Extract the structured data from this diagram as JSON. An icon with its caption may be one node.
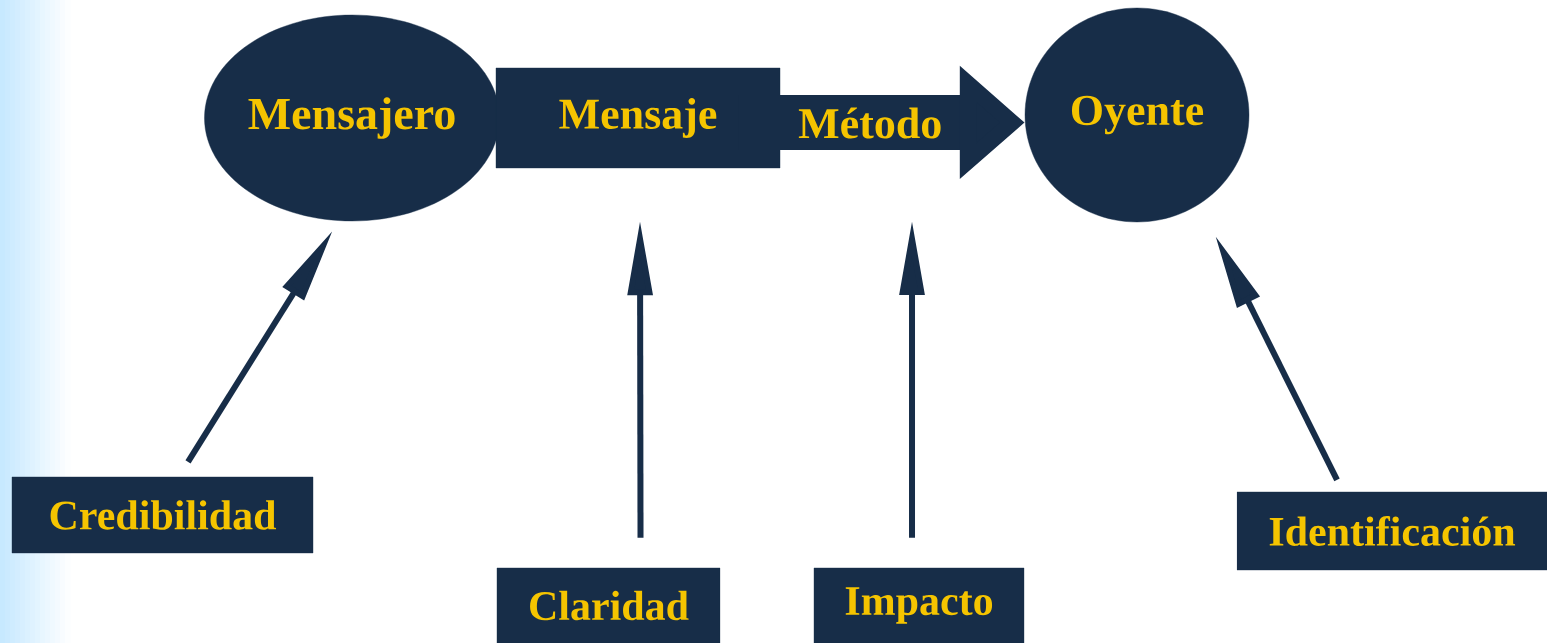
{
  "diagram": {
    "nodes": [
      {
        "text": [
          "Mensajero"
        ]
      },
      {
        "text": [
          "Mensaje"
        ]
      },
      {
        "text": [
          "Oyente"
        ]
      },
      {
        "text": [
          "Credibilidad"
        ]
      },
      {
        "text": [
          "Claridad"
        ]
      },
      {
        "text": [
          "Impacto"
        ]
      },
      {
        "text": [
          "Identificación"
        ]
      }
    ],
    "edges": [
      {
        "from": 1,
        "to": 2,
        "arrow": "to",
        "label": "Método",
        "style": "thick"
      },
      {
        "from": 3,
        "to": 0,
        "arrow": "to"
      },
      {
        "from": 4,
        "to": 1,
        "arrow": "to"
      },
      {
        "from": 5,
        "to": null,
        "arrow": "to"
      },
      {
        "from": 6,
        "to": 2,
        "arrow": "to"
      }
    ]
  }
}
